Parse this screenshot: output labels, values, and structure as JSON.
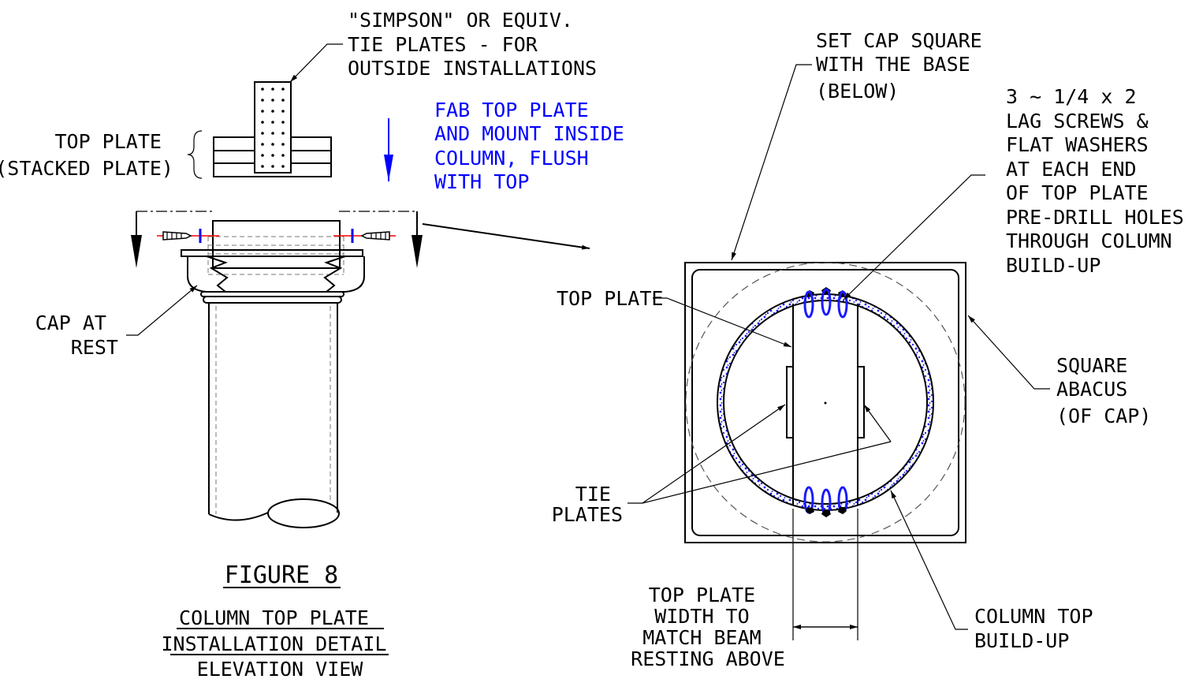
{
  "labels": {
    "simpson": [
      "\"SIMPSON\" OR EQUIV.",
      "TIE PLATES - FOR",
      "OUTSIDE INSTALLATIONS"
    ],
    "top_plate_stacked": [
      "TOP PLATE",
      "(STACKED PLATE)"
    ],
    "fab_top_plate": [
      "FAB TOP PLATE",
      "AND MOUNT INSIDE",
      "COLUMN, FLUSH",
      "WITH TOP"
    ],
    "cap_at_rest": [
      "CAP AT",
      "REST"
    ],
    "figure_title": "FIGURE 8",
    "figure_subtitle": [
      "COLUMN TOP PLATE",
      "INSTALLATION DETAIL",
      "ELEVATION VIEW"
    ],
    "set_cap_square": [
      "SET CAP SQUARE",
      "WITH THE BASE",
      "(BELOW)"
    ],
    "lag_screws": [
      "3 ~ 1/4 x 2",
      "LAG SCREWS &",
      "FLAT WASHERS",
      "AT EACH END",
      "OF TOP PLATE",
      "PRE-DRILL HOLES",
      "THROUGH COLUMN",
      "BUILD-UP"
    ],
    "top_plate_plan": "TOP PLATE",
    "square_abacus": [
      "SQUARE",
      "ABACUS",
      "(OF CAP)"
    ],
    "tie_plates": [
      "TIE",
      "PLATES"
    ],
    "top_plate_width": [
      "TOP PLATE",
      "WIDTH TO",
      "MATCH BEAM",
      "RESTING ABOVE"
    ],
    "column_top_buildup": [
      "COLUMN TOP",
      "BUILD-UP"
    ]
  },
  "colors": {
    "annotation": "#0000ff",
    "line": "#000000",
    "screw_mark": "#ff0000"
  }
}
